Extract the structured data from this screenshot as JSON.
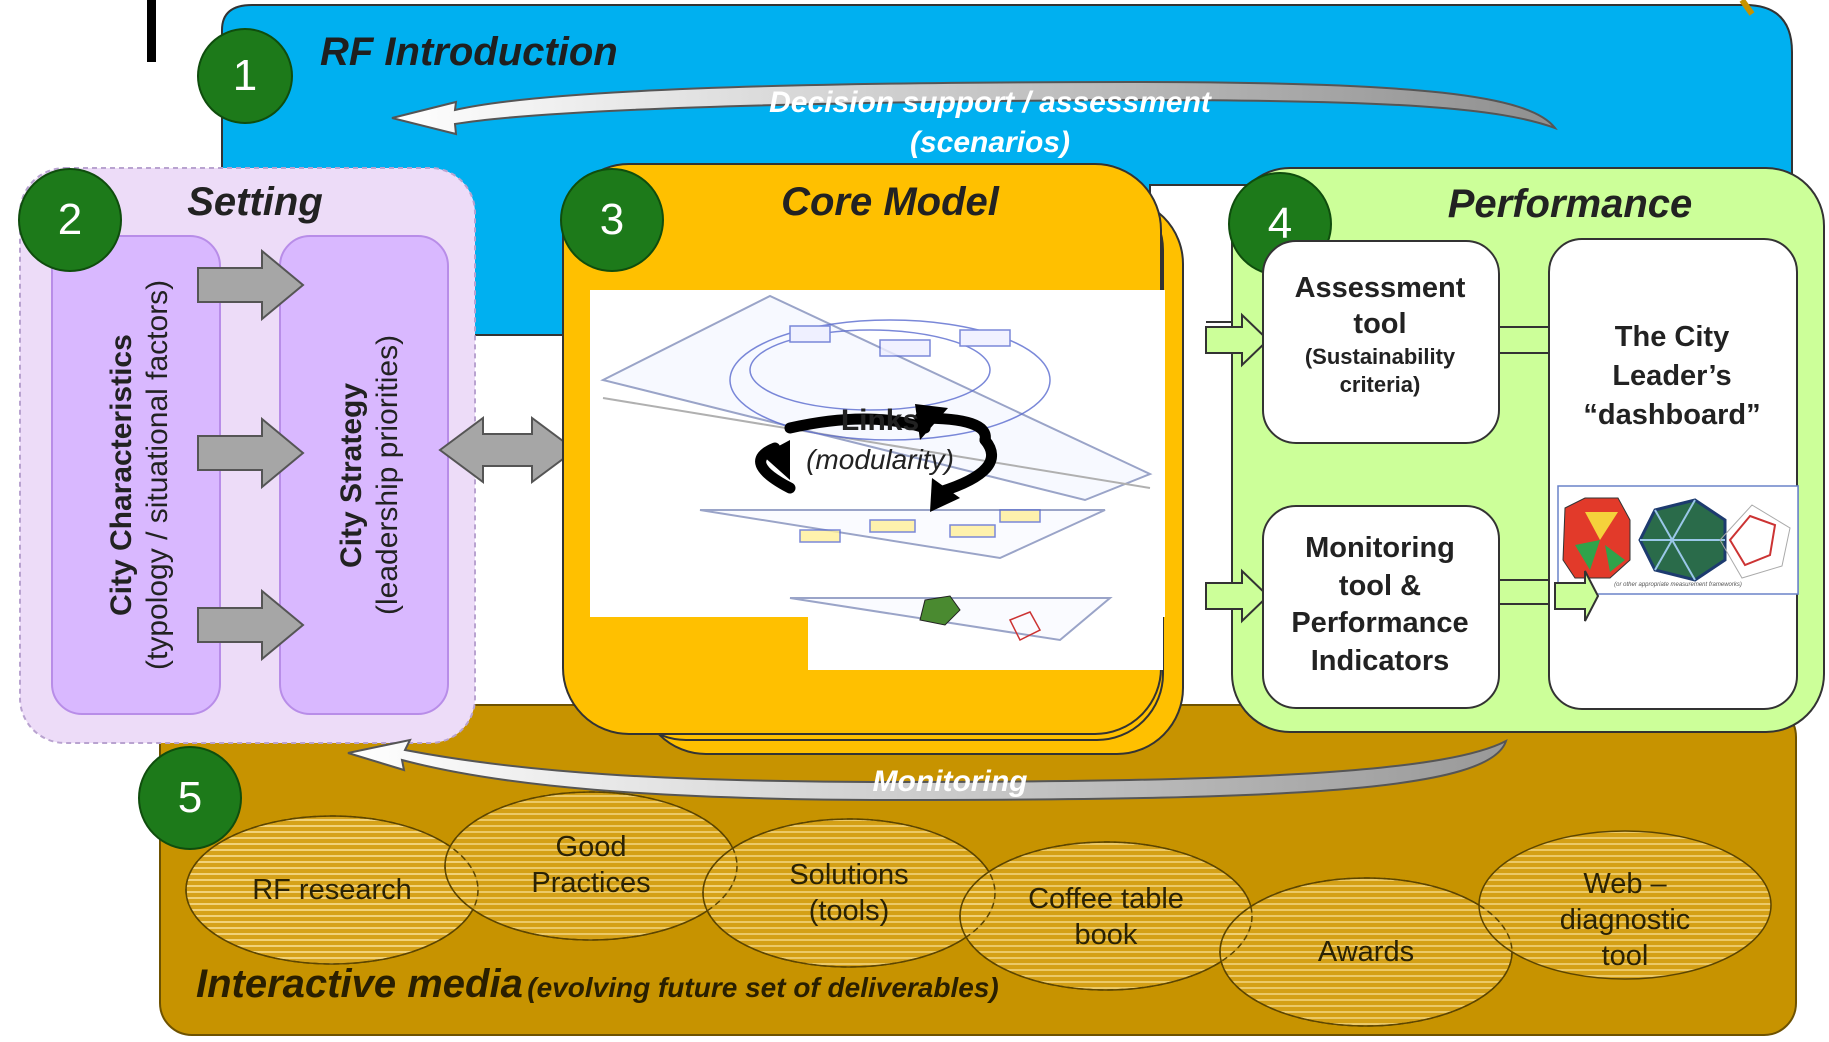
{
  "section1": {
    "number": "1",
    "title": "RF Introduction",
    "arrow_label_line1": "Decision support / assessment",
    "arrow_label_line2": "(scenarios)"
  },
  "section2": {
    "number": "2",
    "title": "Setting",
    "left_bold": "City Characteristics",
    "left_normal": "(typology / situational factors)",
    "right_bold": "City Strategy",
    "right_normal": "(leadership priorities)"
  },
  "section3": {
    "number": "3",
    "title": "Core Model",
    "links_label": "Links",
    "links_sub": "(modularity)"
  },
  "section4": {
    "number": "4",
    "title": "Performance",
    "assessment_line1": "Assessment",
    "assessment_line2": "tool",
    "assessment_sub": "(Sustainability criteria)",
    "monitoring_line1": "Monitoring",
    "monitoring_line2": "tool &",
    "monitoring_line3": "Performance",
    "monitoring_line4": "Indicators",
    "dashboard_line1": "The City",
    "dashboard_line2": "Leader’s",
    "dashboard_line3": "“dashboard”",
    "dashboard_caption": "(or other appropriate measurement frameworks)"
  },
  "section5": {
    "number": "5",
    "arrow_label": "Monitoring",
    "media_title": "Interactive media",
    "media_sub": "(evolving future set of deliverables)",
    "deliverables": [
      "RF research",
      "Good Practices",
      "Solutions (tools)",
      "Coffee table book",
      "Awards",
      "Web – diagnostic tool"
    ]
  },
  "colors": {
    "blue": "#00b0f0",
    "lavender": "#eddcf8",
    "purple": "#d9b8ff",
    "gold": "#ffc000",
    "green": "#ccff99",
    "brown": "#c79300",
    "badge": "#1d7a1a"
  }
}
